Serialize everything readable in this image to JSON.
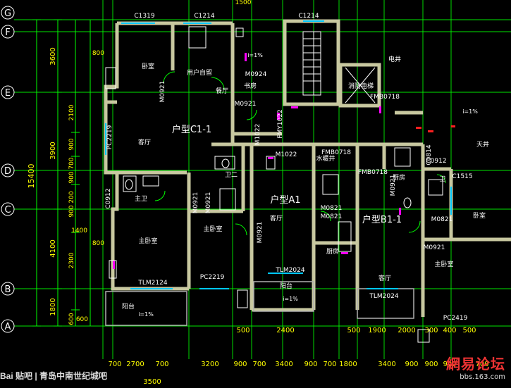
{
  "grid_axes": [
    "G",
    "F",
    "E",
    "D",
    "C",
    "B",
    "A"
  ],
  "top_labels": [
    "C1319",
    "C1214",
    "C1214"
  ],
  "top_dim": "1500",
  "left_dims": {
    "outer": "15400",
    "col2": [
      "3600",
      "3900",
      "4100",
      "1800"
    ],
    "col3": [
      "2100",
      "900",
      "700",
      "900",
      "200",
      "900",
      "2300",
      "600"
    ],
    "col4": [
      "800",
      "800",
      "600",
      "1400"
    ]
  },
  "bottom_dims": {
    "row1": [
      "500",
      "2400",
      "500",
      "1900",
      "2000",
      "300",
      "400",
      "500"
    ],
    "row2": [
      "700",
      "2700",
      "700",
      "3200",
      "900",
      "700",
      "3400",
      "900",
      "700",
      "1800",
      "3400",
      "900",
      "900",
      "900",
      "700"
    ],
    "row3": [
      "3500"
    ]
  },
  "units": [
    {
      "title": "户型C1-1"
    },
    {
      "title": "户型A1"
    },
    {
      "title": "户型B1-1"
    }
  ],
  "rooms": [
    "卧室",
    "客厅",
    "主卧室",
    "主卧室",
    "阳台",
    "餐厅",
    "书房",
    "卫二",
    "主卫",
    "客厅",
    "厨房",
    "阳台",
    "客厅",
    "主卧室",
    "卫",
    "卧室",
    "天井",
    "电井",
    "消防电梯",
    "水暖井",
    "厨房",
    "用户自留"
  ],
  "codes": [
    "M0921",
    "M0924",
    "M0921",
    "PC2219",
    "C0912",
    "TLM2124",
    "PC2219",
    "TLM2024",
    "TLM2024",
    "M1022",
    "FMY1022",
    "FMB0718",
    "FMB0718",
    "M0821",
    "M0821",
    "M0921",
    "C1515",
    "C0912",
    "PC2419",
    "C0814",
    "M0921",
    "M0921",
    "M0821",
    "FMB0718",
    "M0921",
    "M0921",
    "M1022"
  ],
  "slope_labels": [
    "i=1%",
    "i=1%",
    "i=1%",
    "i=1%"
  ],
  "colors": {
    "bg": "#000000",
    "green": "#00ff00",
    "yellow": "#ffff00",
    "wall": "#c8c8a0",
    "white": "#ffffff",
    "magenta": "#ff00ff",
    "red": "#ff2020",
    "cyan": "#00c8ff"
  },
  "watermark": {
    "left": "Bai 贴吧 | 青岛中南世纪城吧",
    "right_big": "網易论坛",
    "right_small": "bbs.163.com"
  }
}
